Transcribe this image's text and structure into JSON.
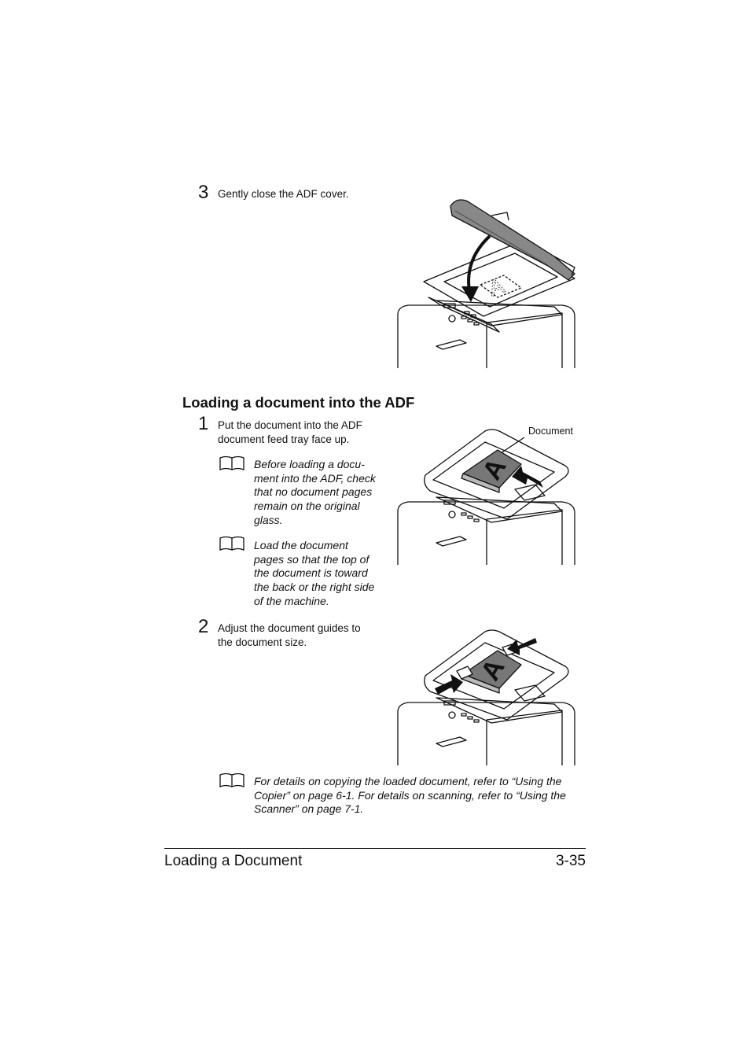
{
  "steps": {
    "step3": {
      "number": "3",
      "text": "Gently close the ADF cover."
    },
    "step1": {
      "number": "1",
      "text": "Put the document into the ADF\ndocument feed tray face up."
    },
    "step2": {
      "number": "2",
      "text": "Adjust the document guides to\nthe document size."
    }
  },
  "section": {
    "heading": "Loading a document into the ADF"
  },
  "notes": {
    "note1": "Before loading a docu-\nment into the ADF, check\nthat no document pages\nremain on the original\nglass.",
    "note2": "Load the document\npages so that the top of\nthe document is toward\nthe back or the right side\nof the machine.",
    "note3": "For details on copying the loaded document, refer to “Using the\nCopier” on page 6-1. For details on scanning, refer to “Using the\nScanner” on page 7-1."
  },
  "figures": {
    "fig2": {
      "callout": "Document",
      "letter": "A"
    },
    "fig3": {
      "letter": "A"
    },
    "fig1": {
      "letter": "A"
    }
  },
  "footer": {
    "title": "Loading a Document",
    "page": "3-35"
  }
}
